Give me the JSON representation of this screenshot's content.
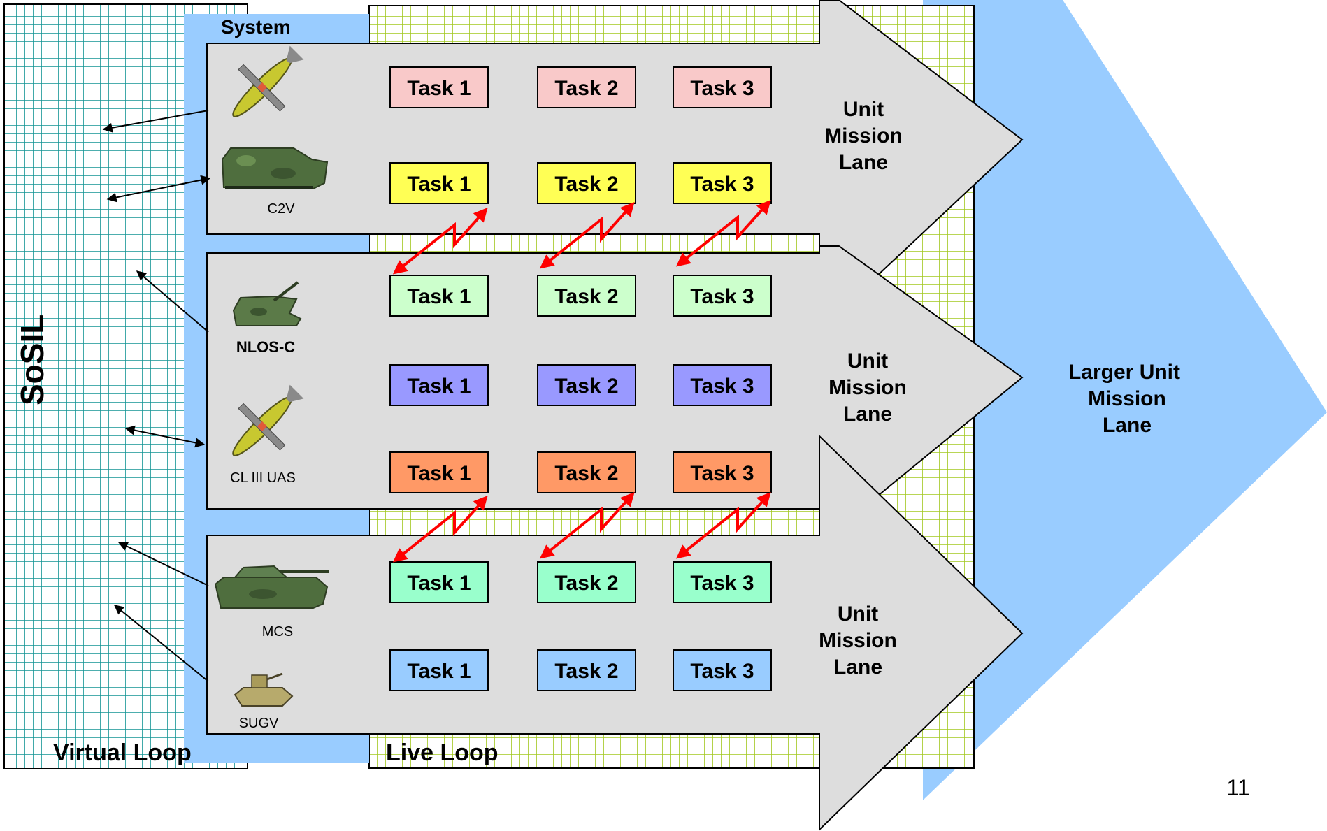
{
  "title_system": "System",
  "sosil_label": "SoSIL",
  "virtual_loop_label": "Virtual Loop",
  "live_loop_label": "Live Loop",
  "page_number": "11",
  "larger_lane": {
    "line1": "Larger Unit",
    "line2": "Mission",
    "line3": "Lane"
  },
  "lanes": [
    {
      "label": {
        "line1": "Unit",
        "line2": "Mission",
        "line3": "Lane"
      },
      "vehicles": [
        {
          "icon": "uav-icon",
          "caption": ""
        },
        {
          "icon": "c2v-vehicle-icon",
          "caption": "C2V"
        }
      ],
      "task_rows": [
        {
          "color": "#f9c9c9",
          "tasks": [
            "Task 1",
            "Task 2",
            "Task 3"
          ]
        },
        {
          "color": "#ffff55",
          "tasks": [
            "Task 1",
            "Task 2",
            "Task 3"
          ]
        }
      ]
    },
    {
      "label": {
        "line1": "Unit",
        "line2": "Mission",
        "line3": "Lane"
      },
      "vehicles": [
        {
          "icon": "nlos-c-vehicle-icon",
          "caption": "NLOS-C"
        },
        {
          "icon": "uav-icon",
          "caption": "CL III UAS"
        }
      ],
      "task_rows": [
        {
          "color": "#ccffcc",
          "tasks": [
            "Task 1",
            "Task 2",
            "Task 3"
          ]
        },
        {
          "color": "#9999ff",
          "tasks": [
            "Task 1",
            "Task 2",
            "Task 3"
          ]
        },
        {
          "color": "#ff9966",
          "tasks": [
            "Task 1",
            "Task 2",
            "Task 3"
          ]
        }
      ]
    },
    {
      "label": {
        "line1": "Unit",
        "line2": "Mission",
        "line3": "Lane"
      },
      "vehicles": [
        {
          "icon": "mcs-tank-icon",
          "caption": "MCS"
        },
        {
          "icon": "sugv-robot-icon",
          "caption": "SUGV"
        }
      ],
      "task_rows": [
        {
          "color": "#99ffcc",
          "tasks": [
            "Task 1",
            "Task 2",
            "Task 3"
          ]
        },
        {
          "color": "#99ccff",
          "tasks": [
            "Task 1",
            "Task 2",
            "Task 3"
          ]
        }
      ]
    }
  ],
  "colors": {
    "blue_band": "#99ccff",
    "virtual_grid_line": "#0f8f8f",
    "live_grid_line": "#99cc00",
    "arrow_fill": "#dddddd",
    "lightning": "#ff0000"
  }
}
